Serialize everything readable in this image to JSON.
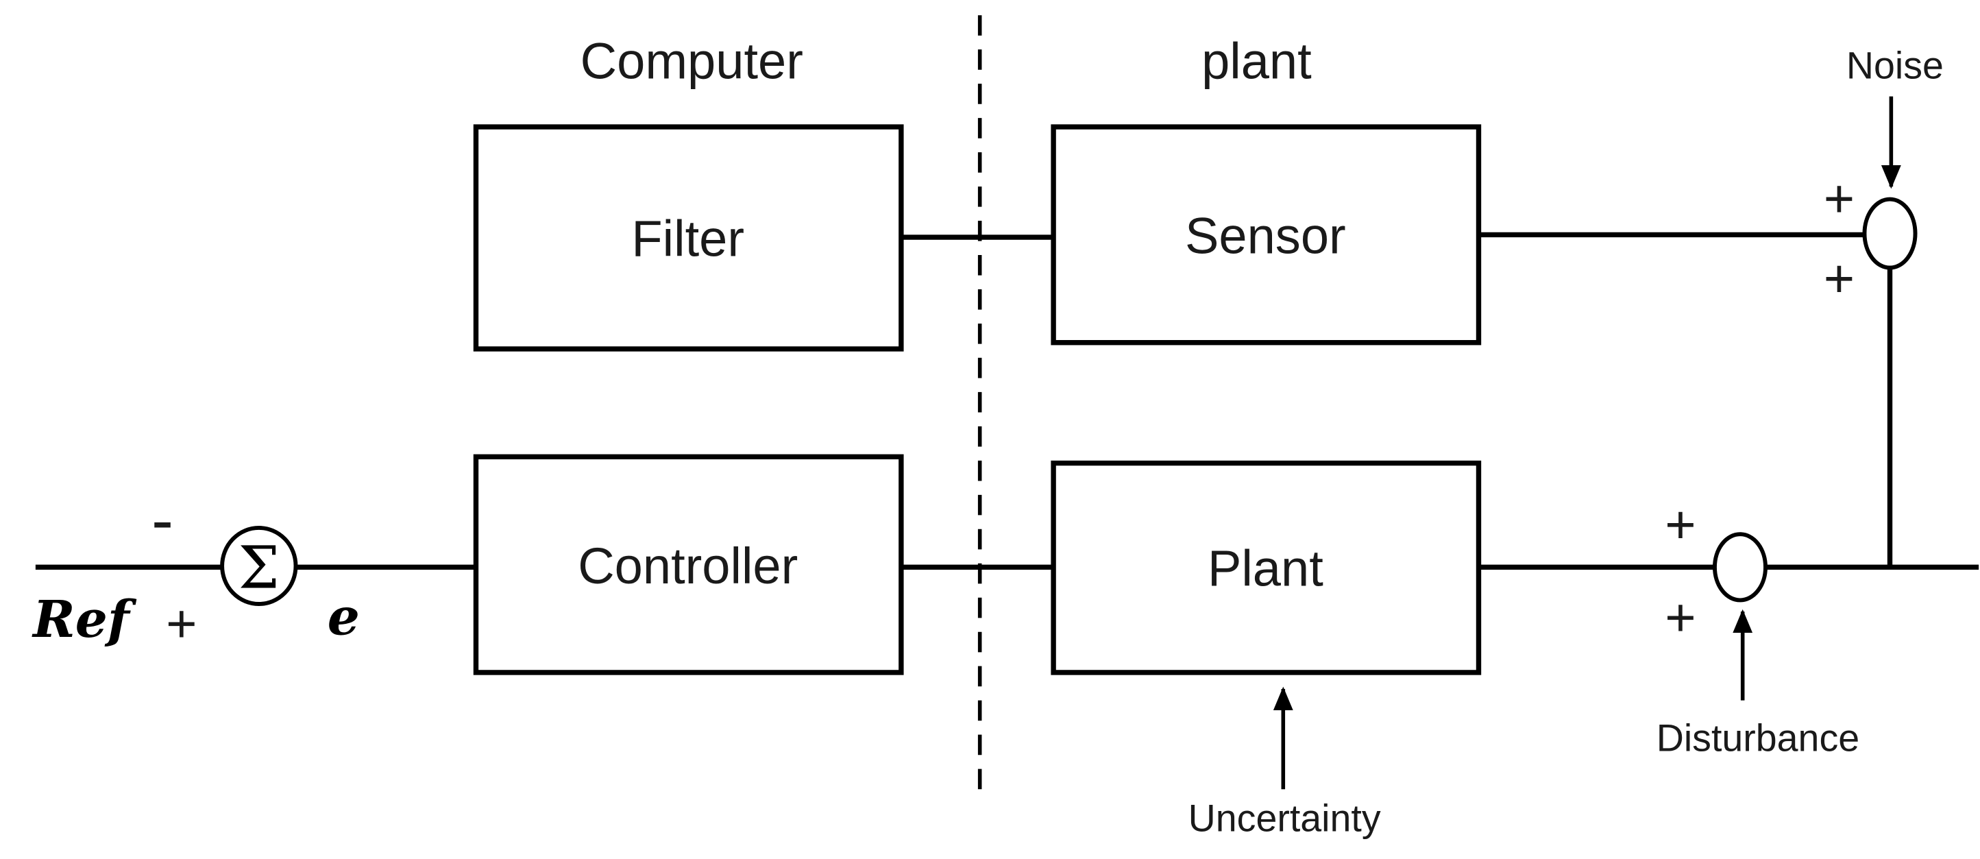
{
  "diagram": {
    "section_labels": {
      "computer": "Computer",
      "plant": "plant"
    },
    "blocks": {
      "filter": "Filter",
      "sensor": "Sensor",
      "controller": "Controller",
      "plant": "Plant"
    },
    "junctions": {
      "sum_symbol": "Σ"
    },
    "signs": {
      "plus": "+",
      "minus": "-"
    },
    "labels": {
      "ref": "Ref",
      "error": "e",
      "noise": "Noise",
      "disturbance": "Disturbance",
      "uncertainty": "Uncertainty"
    },
    "colors": {
      "line": "#000000",
      "text": "#1a1a1a",
      "background": "#ffffff"
    }
  }
}
